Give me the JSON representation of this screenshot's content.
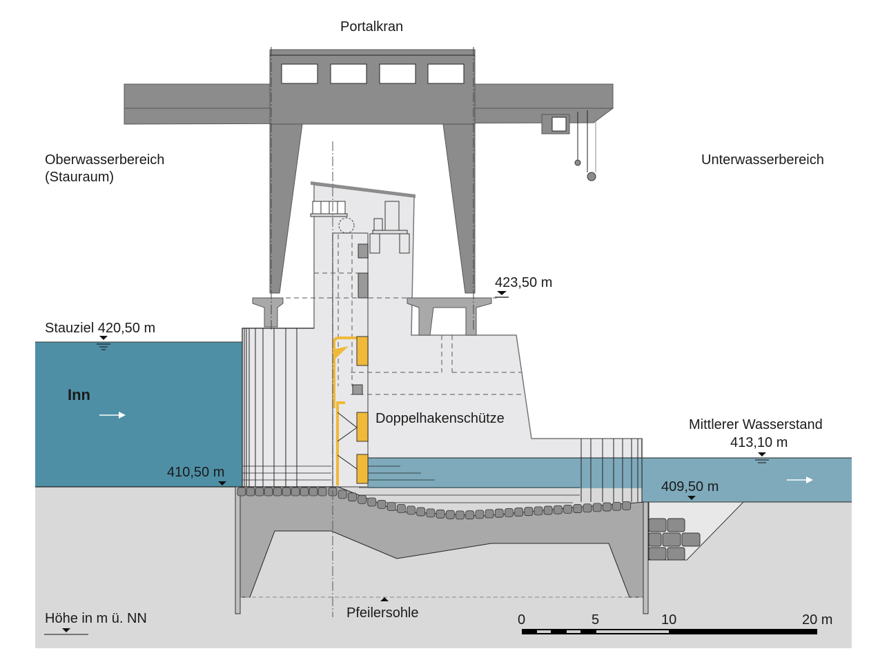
{
  "title": "Portalkran",
  "labels": {
    "upstream_area_line1": "Oberwasserbereich",
    "upstream_area_line2": "(Stauraum)",
    "downstream_area": "Unterwasserbereich",
    "river": "Inn",
    "gate": "Doppelhakenschütze",
    "foundation": "Pfeilersohle",
    "height_reference": "Höhe in m ü. NN"
  },
  "levels": {
    "top_deck": "423,50 m",
    "retention_level": "Stauziel 420,50 m",
    "upstream_bed": "410,50 m",
    "mean_water_label": "Mittlerer Wasserstand",
    "mean_water_value": "413,10 m",
    "downstream_bed": "409,50 m"
  },
  "scale_bar": {
    "ticks": [
      "0",
      "5",
      "10",
      "20 m"
    ]
  },
  "colors": {
    "upstream_water": "#4e8fa6",
    "downstream_water": "#7eaabb",
    "crane": "#8c8c8c",
    "pier": "#e8e8ea",
    "ground": "#d9d9d9",
    "concrete": "#a9a9a9",
    "gate": "#f0b93a"
  }
}
